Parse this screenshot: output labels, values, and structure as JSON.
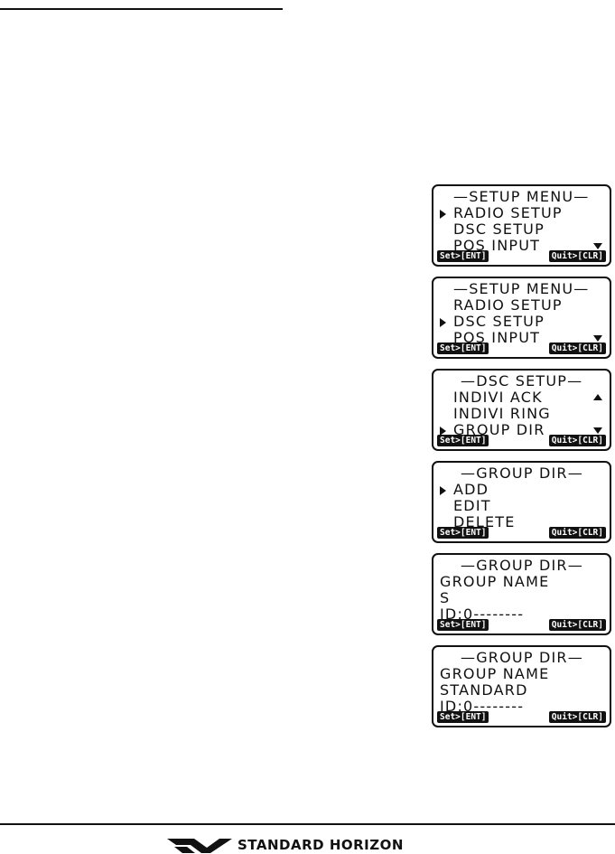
{
  "screens": [
    {
      "title": "—SETUP MENU—",
      "lines": [
        "RADIO SETUP",
        "DSC SETUP",
        "POS INPUT"
      ],
      "cursor_row": 1,
      "scroll_up": false,
      "scroll_down": true,
      "softkey_left": "Set>[ENT]",
      "softkey_right": "Quit>[CLR]"
    },
    {
      "title": "—SETUP MENU—",
      "lines": [
        "RADIO SETUP",
        "DSC SETUP",
        "POS INPUT"
      ],
      "cursor_row": 2,
      "scroll_up": false,
      "scroll_down": true,
      "softkey_left": "Set>[ENT]",
      "softkey_right": "Quit>[CLR]"
    },
    {
      "title": "—DSC SETUP—",
      "lines": [
        "INDIVI ACK",
        "INDIVI RING",
        "GROUP DIR"
      ],
      "cursor_row": 3,
      "scroll_up": true,
      "scroll_down": true,
      "softkey_left": "Set>[ENT]",
      "softkey_right": "Quit>[CLR]"
    },
    {
      "title": "—GROUP DIR—",
      "lines": [
        "ADD",
        "EDIT",
        "DELETE"
      ],
      "cursor_row": 1,
      "scroll_up": false,
      "scroll_down": false,
      "softkey_left": "Set>[ENT]",
      "softkey_right": "Quit>[CLR]"
    },
    {
      "title": "—GROUP DIR—",
      "lines": [
        "GROUP NAME",
        "S",
        "ID:0--------"
      ],
      "cursor_row": 0,
      "scroll_up": false,
      "scroll_down": false,
      "softkey_left": "Set>[ENT]",
      "softkey_right": "Quit>[CLR]"
    },
    {
      "title": "—GROUP DIR—",
      "lines": [
        "GROUP NAME",
        "STANDARD",
        "ID:0--------"
      ],
      "cursor_row": 0,
      "scroll_up": false,
      "scroll_down": false,
      "softkey_left": "Set>[ENT]",
      "softkey_right": "Quit>[CLR]"
    }
  ],
  "footer": {
    "brand": "STANDARD HORIZON",
    "logo_icon": "standard-horizon-logo-icon"
  }
}
